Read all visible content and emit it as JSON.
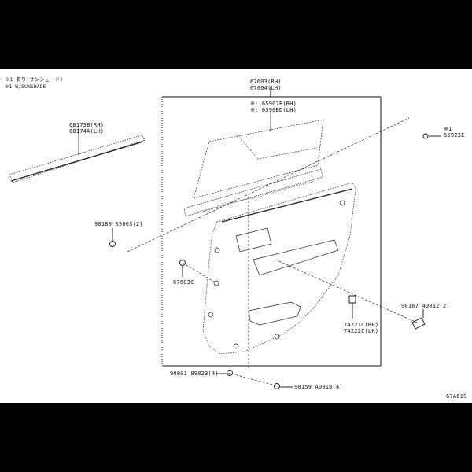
{
  "diagram": {
    "type": "exploded-parts-diagram",
    "subject": "Rear door trim panel assembly",
    "legend": [
      {
        "mark": "※1",
        "text": "有り(サンシェード)"
      },
      {
        "mark": "※1",
        "text": "W/SUNSHADE"
      }
    ],
    "parts": [
      {
        "id": "trim-board",
        "line1": "67603(RH)",
        "line2": "67604(LH)"
      },
      {
        "id": "sunshade",
        "line1": "※: 65907E(RH)",
        "line2": "※: 6590BD(LH)"
      },
      {
        "id": "belt-moulding",
        "line1": "68173B(RH)",
        "line2": "68174A(LH)"
      },
      {
        "id": "sunshade-hook",
        "mark": "※1",
        "line1": "65923E"
      },
      {
        "id": "clip-upper",
        "line1": "90189 05003(2)"
      },
      {
        "id": "clip-trim",
        "line1": "67603C"
      },
      {
        "id": "bracket",
        "line1": "74221C(RH)",
        "line2": "74222C(LH)"
      },
      {
        "id": "screw-side",
        "line1": "90167 40012(2)"
      },
      {
        "id": "clip-lower",
        "line1": "90901 89023(4)"
      },
      {
        "id": "screw-bottom",
        "line1": "90159 A0018(4)"
      }
    ],
    "figure_code": "67A619"
  }
}
